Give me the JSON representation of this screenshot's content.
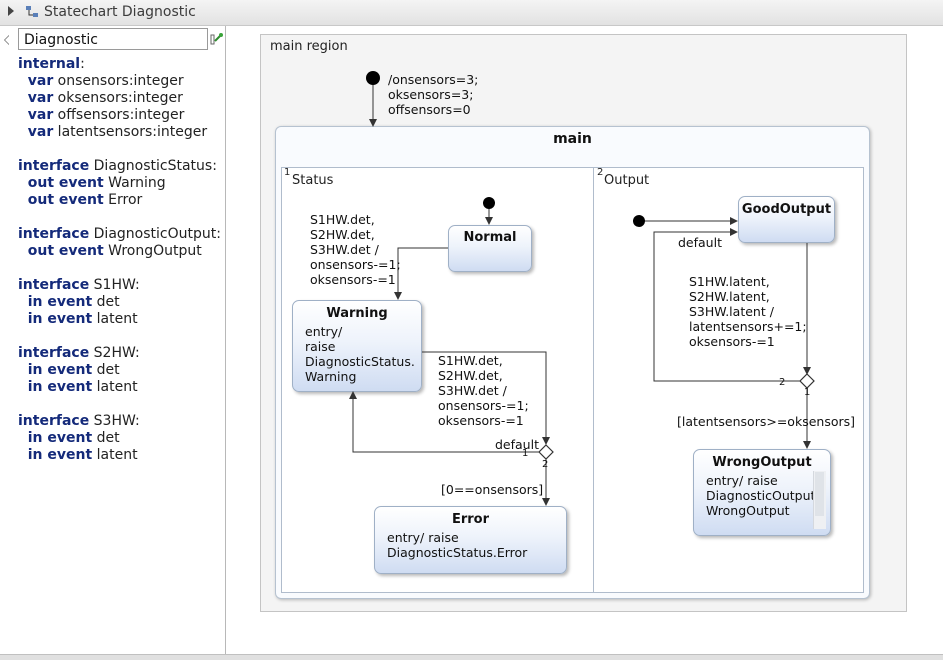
{
  "window": {
    "title": "Statechart Diagnostic"
  },
  "spec_panel": {
    "name_value": "Diagnostic",
    "lines": [
      [
        {
          "t": "internal",
          "k": true
        },
        {
          "t": ":",
          "k": false
        }
      ],
      [
        {
          "t": "  var",
          "k": true
        },
        {
          "t": " onsensors:integer",
          "k": false
        }
      ],
      [
        {
          "t": "  var",
          "k": true
        },
        {
          "t": " oksensors:integer",
          "k": false
        }
      ],
      [
        {
          "t": "  var",
          "k": true
        },
        {
          "t": " offsensors:integer",
          "k": false
        }
      ],
      [
        {
          "t": "  var",
          "k": true
        },
        {
          "t": " latentsensors:integer",
          "k": false
        }
      ],
      [],
      [
        {
          "t": "interface",
          "k": true
        },
        {
          "t": " DiagnosticStatus:",
          "k": false
        }
      ],
      [
        {
          "t": "  out event",
          "k": true
        },
        {
          "t": " Warning",
          "k": false
        }
      ],
      [
        {
          "t": "  out event",
          "k": true
        },
        {
          "t": " Error",
          "k": false
        }
      ],
      [],
      [
        {
          "t": "interface",
          "k": true
        },
        {
          "t": " DiagnosticOutput:",
          "k": false
        }
      ],
      [
        {
          "t": "  out event",
          "k": true
        },
        {
          "t": " WrongOutput",
          "k": false
        }
      ],
      [],
      [
        {
          "t": "interface",
          "k": true
        },
        {
          "t": " S1HW:",
          "k": false
        }
      ],
      [
        {
          "t": "  in event",
          "k": true
        },
        {
          "t": " det",
          "k": false
        }
      ],
      [
        {
          "t": "  in event",
          "k": true
        },
        {
          "t": " latent",
          "k": false
        }
      ],
      [],
      [
        {
          "t": "interface",
          "k": true
        },
        {
          "t": " S2HW:",
          "k": false
        }
      ],
      [
        {
          "t": "  in event",
          "k": true
        },
        {
          "t": " det",
          "k": false
        }
      ],
      [
        {
          "t": "  in event",
          "k": true
        },
        {
          "t": " latent",
          "k": false
        }
      ],
      [],
      [
        {
          "t": "interface",
          "k": true
        },
        {
          "t": " S3HW:",
          "k": false
        }
      ],
      [
        {
          "t": "  in event",
          "k": true
        },
        {
          "t": " det",
          "k": false
        }
      ],
      [
        {
          "t": "  in event",
          "k": true
        },
        {
          "t": " latent",
          "k": false
        }
      ]
    ]
  },
  "diagram": {
    "region_label": "main region",
    "initial_transition": "/onsensors=3;\noksensors=3;\noffsensors=0",
    "composite": {
      "title": "main"
    },
    "regions": [
      {
        "index": "1",
        "name": "Status"
      },
      {
        "index": "2",
        "name": "Output"
      }
    ],
    "states": {
      "normal": {
        "name": "Normal",
        "body": ""
      },
      "warning": {
        "name": "Warning",
        "body": "entry/\nraise\nDiagnosticStatus.\nWarning"
      },
      "error": {
        "name": "Error",
        "body": "entry/ raise\nDiagnosticStatus.Error"
      },
      "good_output": {
        "name": "GoodOutput",
        "body": ""
      },
      "wrong_output": {
        "name": "WrongOutput",
        "body": "entry/ raise\nDiagnosticOutput\nWrongOutput"
      }
    },
    "transitions": {
      "normal_to_warning": "S1HW.det,\nS2HW.det,\nS3HW.det /\nonsensors-=1;\noksensors-=1",
      "warning_to_choice": "S1HW.det,\nS2HW.det,\nS3HW.det /\nonsensors-=1;\noksensors-=1",
      "choice_default": "default",
      "choice_to_error": "[0==onsensors]",
      "good_to_choice": "S1HW.latent,\nS2HW.latent,\nS3HW.latent /\nlatentsensors+=1;\noksensors-=1",
      "output_default": "default",
      "choice_to_wrong": "[latentsensors>=oksensors]"
    },
    "priorities": {
      "status_default": "1",
      "status_error": "2",
      "output_default": "2",
      "output_wrong": "1"
    }
  },
  "colors": {
    "keyword": "#142a7a",
    "state_fill": "#cfdcf2",
    "state_border": "#9fb0c6"
  }
}
